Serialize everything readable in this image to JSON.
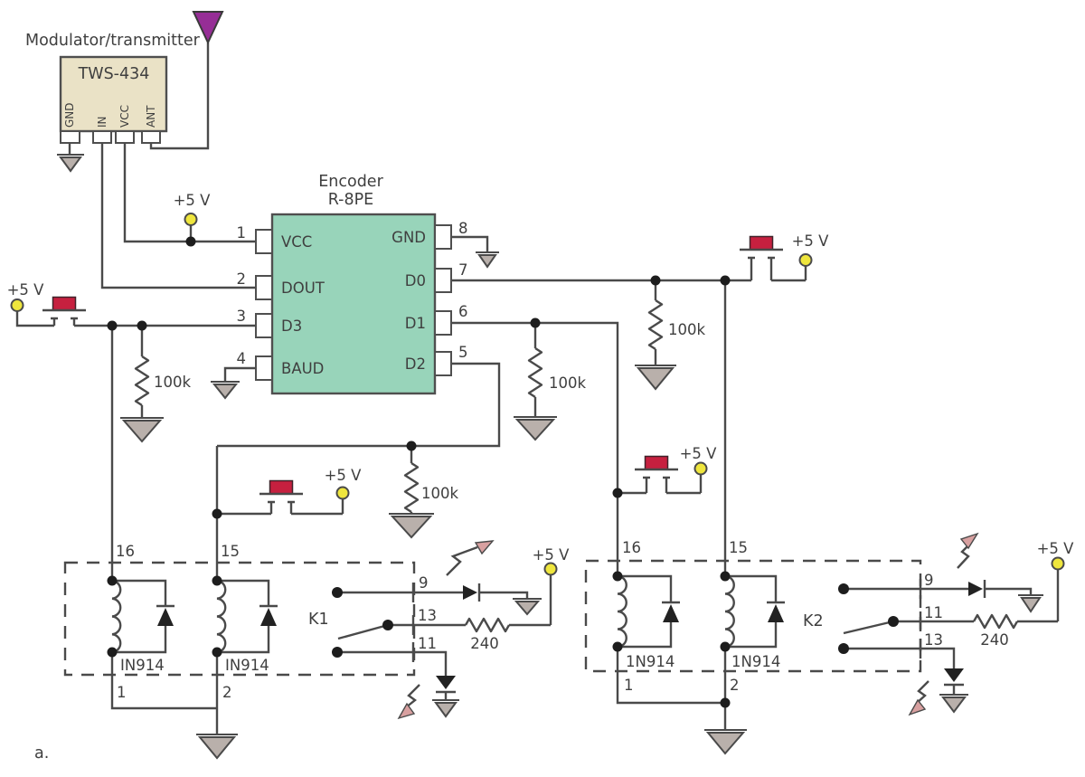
{
  "figure_label": "a.",
  "supply_label": "+5 V",
  "transmitter": {
    "title": "Modulator/transmitter",
    "part": "TWS-434",
    "pins": [
      "GND",
      "IN",
      "VCC",
      "ANT"
    ]
  },
  "encoder": {
    "title_line1": "Encoder",
    "title_line2": "R-8PE",
    "left_pins": [
      {
        "num": "1",
        "label": "VCC"
      },
      {
        "num": "2",
        "label": "DOUT"
      },
      {
        "num": "3",
        "label": "D3"
      },
      {
        "num": "4",
        "label": "BAUD"
      }
    ],
    "right_pins": [
      {
        "num": "8",
        "label": "GND"
      },
      {
        "num": "7",
        "label": "D0"
      },
      {
        "num": "6",
        "label": "D1"
      },
      {
        "num": "5",
        "label": "D2"
      }
    ]
  },
  "resistors": {
    "pullup": "100k",
    "led_series": "240"
  },
  "relay1": {
    "name": "K1",
    "coil_pins_top": [
      "16",
      "15"
    ],
    "coil_pins_bottom": [
      "1",
      "2"
    ],
    "diode_labels": [
      "IN914",
      "IN914"
    ],
    "contact_pins": [
      "9",
      "13",
      "11"
    ]
  },
  "relay2": {
    "name": "K2",
    "coil_pins_top": [
      "16",
      "15"
    ],
    "coil_pins_bottom": [
      "1",
      "2"
    ],
    "diode_labels": [
      "1N914",
      "1N914"
    ],
    "contact_pins": [
      "9",
      "11",
      "13"
    ]
  },
  "colors": {
    "wire": "#4a4a4a",
    "module_fill": "#eae2c6",
    "encoder_fill": "#98d4ba",
    "button_cap": "#c6203f",
    "supply_node": "#efe63d",
    "antenna": "#962e96",
    "ground_fill": "#b9b0ab",
    "led_glow_arrow": "#d8a0a0"
  }
}
